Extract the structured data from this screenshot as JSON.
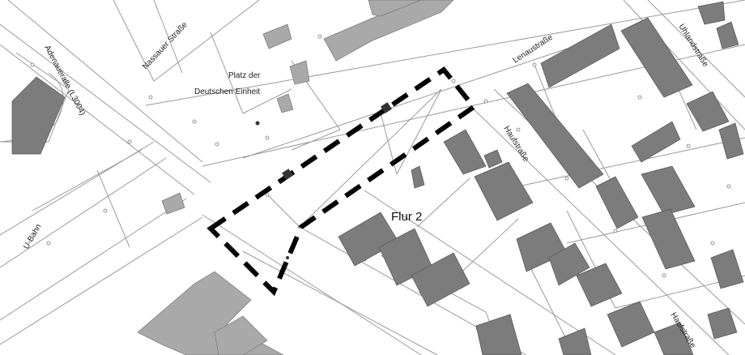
{
  "map": {
    "colors": {
      "background": "#ffffff",
      "building_dark": "#7c7c7c",
      "building_light": "#a9a9a9",
      "building_outline": "#555555",
      "line": "#9a9a9a",
      "boundary": "#000000"
    },
    "labels": {
      "adenauerallee": "Adenaueralle (L3004)",
      "nassauer": "Nassauer Straße",
      "platz_line1": "Platz der",
      "platz_line2": "Deutschen Einheit",
      "lenaustrasse": "Lenaustraße",
      "uhlandstrasse": "Uhlandstraße",
      "haufstrasse_1": "Haufstraße",
      "haufstrasse_2": "Haufstraße",
      "ubahn": "U-Bahn",
      "flur": "Flur 2"
    }
  }
}
